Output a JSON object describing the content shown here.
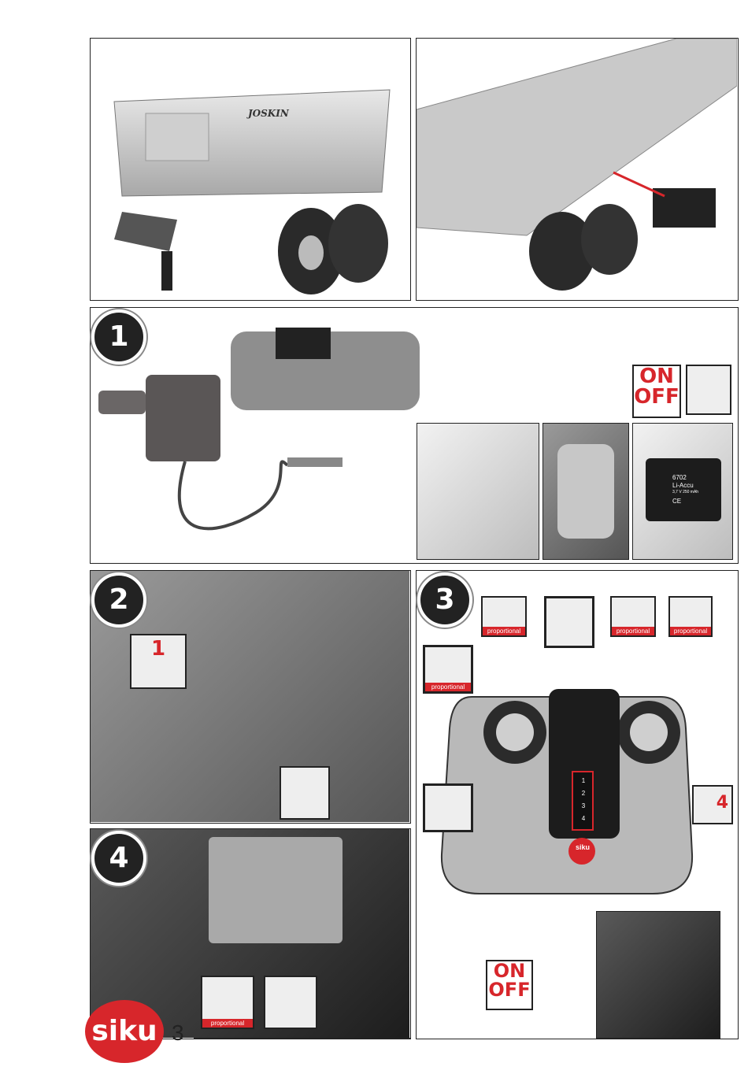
{
  "trailer_brand": "JOSKIN",
  "steps": {
    "s1": "1",
    "s2": "2",
    "s3": "3",
    "s4": "4"
  },
  "labels": {
    "proportional": "proportional",
    "on": "ON",
    "off": "OFF",
    "channel_4": "4",
    "badge_1": "1"
  },
  "battery": {
    "model": "6702",
    "name": "Li-Accu",
    "spec": "3,7 V 250 mAh",
    "ce": "CE"
  },
  "channels": [
    "1",
    "2",
    "3",
    "4"
  ],
  "brand": "siku",
  "page_number": "3",
  "colors": {
    "accent": "#d7262b",
    "frame": "#222222"
  }
}
